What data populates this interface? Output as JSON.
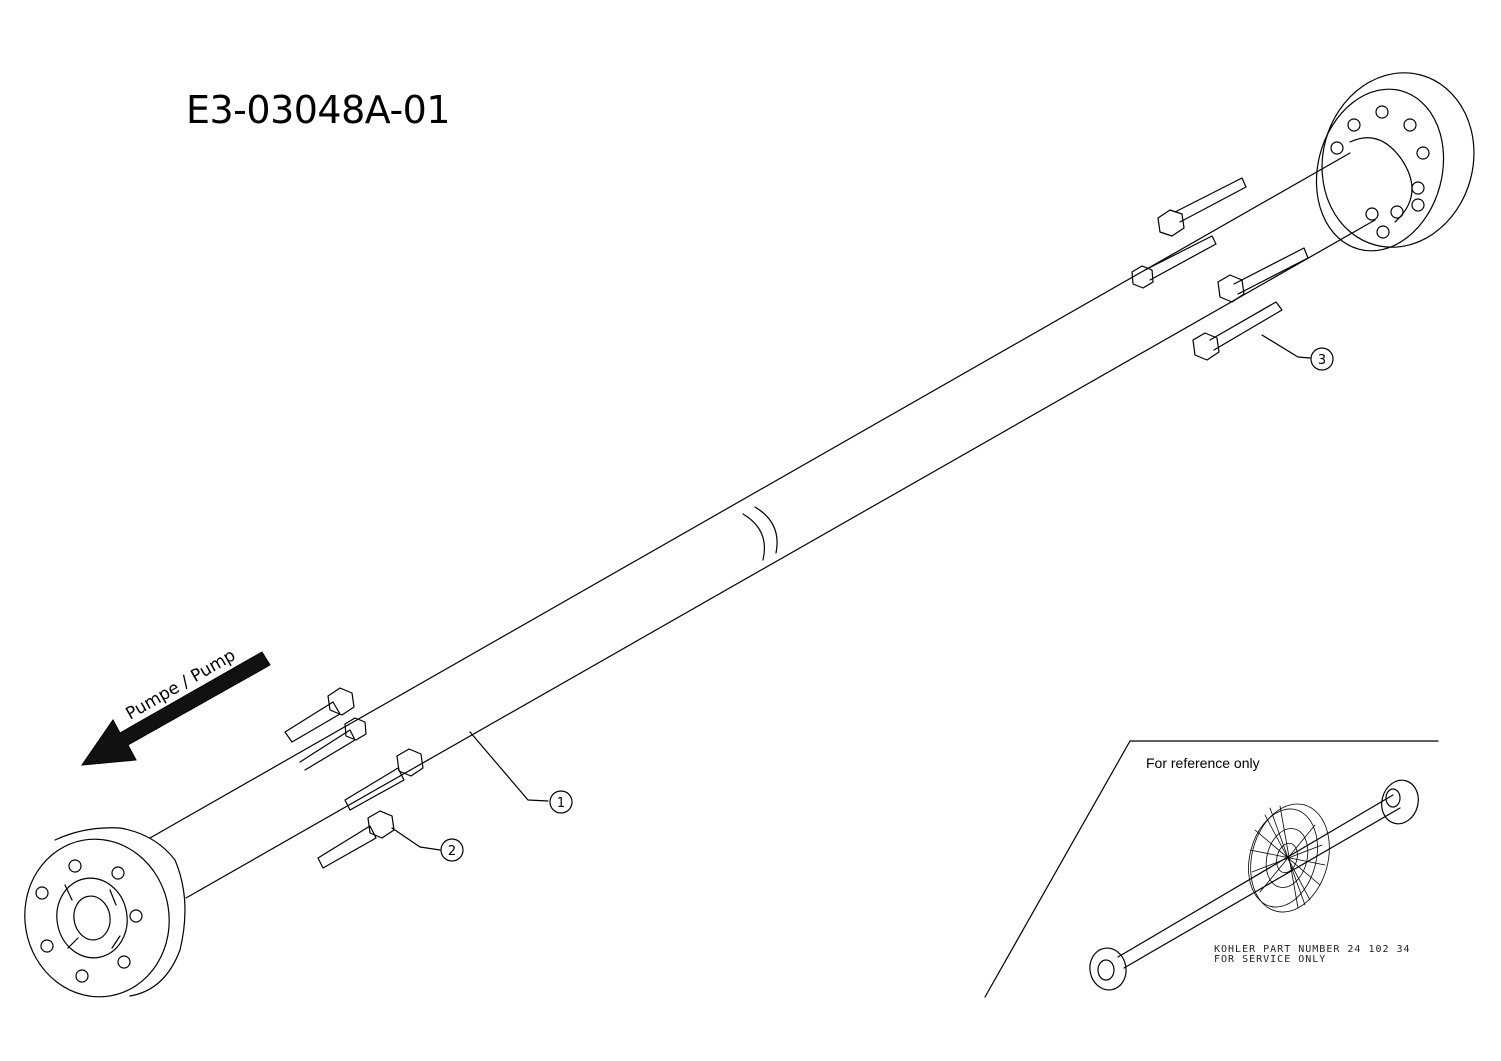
{
  "drawing": {
    "id": "E3-03048A-01",
    "direction_label": "Pumpe / Pump",
    "callouts": [
      "1",
      "2",
      "3"
    ]
  },
  "inset": {
    "label": "For reference only",
    "part_note": [
      "KOHLER PART NUMBER 24 102 34",
      "FOR SERVICE ONLY"
    ]
  },
  "colors": {
    "line": "#000000",
    "background": "#ffffff"
  },
  "icons": [
    "direction-arrow-icon",
    "hex-bolt-icon",
    "pulley-icon",
    "fan-icon"
  ]
}
